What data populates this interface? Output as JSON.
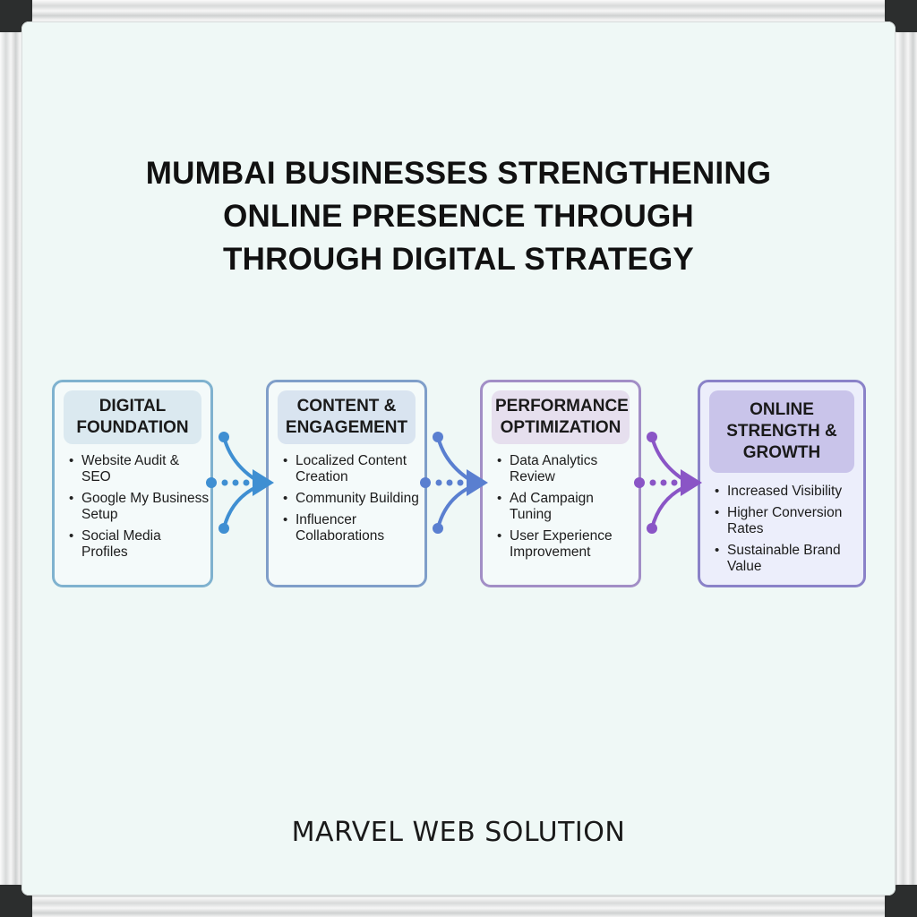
{
  "title": {
    "lines": [
      "MUMBAI BUSINESSES STRENGTHENING",
      "ONLINE PRESENCE THROUGH",
      "THROUGH DIGITAL STRATEGY"
    ]
  },
  "stages": [
    {
      "header": [
        "DIGITAL",
        "FOUNDATION"
      ],
      "items": [
        "Website Audit & SEO",
        "Google My Business Setup",
        "Social Media Profiles"
      ],
      "border_color": "#7fb2cf"
    },
    {
      "header": [
        "CONTENT &",
        "ENGAGEMENT"
      ],
      "items": [
        "Localized Content Creation",
        "Community Building",
        "Influencer Collaborations"
      ],
      "border_color": "#7f9ec9"
    },
    {
      "header": [
        "PERFORMANCE",
        "OPTIMIZATION"
      ],
      "items": [
        "Data Analytics Review",
        "Ad Campaign Tuning",
        "User Experience Improvement"
      ],
      "border_color": "#a28ec6"
    },
    {
      "header": [
        "ONLINE",
        "STRENGTH &",
        "GROWTH"
      ],
      "items": [
        "Increased Visibility",
        "Higher Conversion Rates",
        "Sustainable Brand Value"
      ],
      "border_color": "#8a82c8"
    }
  ],
  "connectors": [
    {
      "icon": "merge-arrow-icon",
      "color": "#3f8fd2"
    },
    {
      "icon": "merge-arrow-icon",
      "color": "#5a7fd0"
    },
    {
      "icon": "merge-arrow-icon",
      "color": "#8a55c6"
    }
  ],
  "footer": {
    "brand": "MARVEL WEB SOLUTION"
  }
}
